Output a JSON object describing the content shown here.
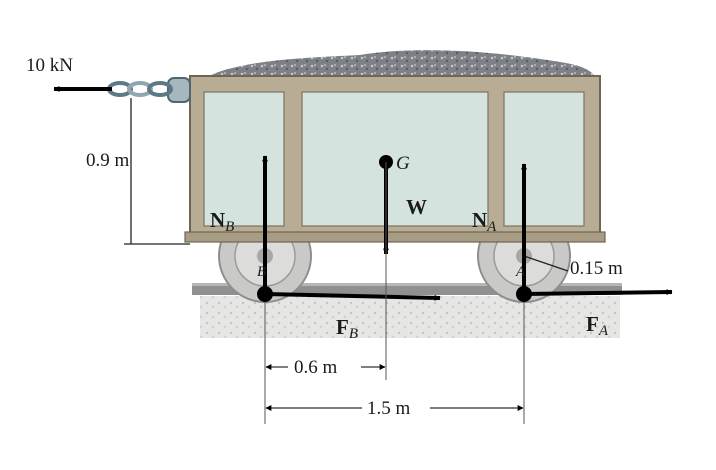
{
  "loads": {
    "pull": "10 kN"
  },
  "dimensions": {
    "height": "0.9 m",
    "b_to_g": "0.6 m",
    "b_to_a": "1.5 m",
    "wheel_radius": "0.15 m"
  },
  "points": {
    "g": "G",
    "b": "B",
    "a": "A"
  },
  "forces": {
    "weight": "W",
    "n_main": "N",
    "f_main": "F",
    "sub_b": "B",
    "sub_a": "A"
  },
  "colors": {
    "bin_fill": "#d5e3df",
    "frame": "#b8ad94",
    "frame_edge": "#6e6654",
    "gravel": "#8a8d92",
    "wheel": "#c9cac8",
    "rail": "#8f9190",
    "chain": "#8fa6b0",
    "arrow": "#000000"
  }
}
